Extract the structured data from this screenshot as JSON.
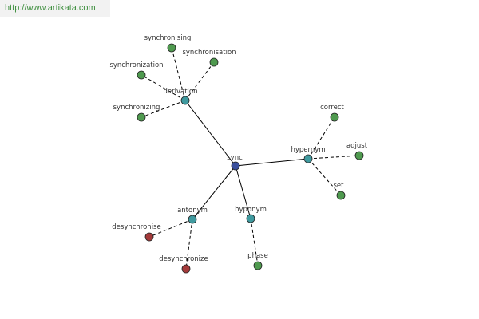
{
  "watermark": {
    "text": "http://www.artikata.com"
  },
  "colors": {
    "root": "#3a4f9c",
    "relation": "#3f9a9f",
    "related_word": "#4f9a4f",
    "antonym_word": "#a43a3a",
    "edge": "#000000"
  },
  "graph": {
    "root": {
      "label": "sync",
      "type": "root"
    },
    "relations": [
      {
        "label": "derivation",
        "words": [
          {
            "label": "synchronising",
            "type": "related_word"
          },
          {
            "label": "synchronisation",
            "type": "related_word"
          },
          {
            "label": "synchronization",
            "type": "related_word"
          },
          {
            "label": "synchronizing",
            "type": "related_word"
          }
        ]
      },
      {
        "label": "hypernym",
        "words": [
          {
            "label": "correct",
            "type": "related_word"
          },
          {
            "label": "adjust",
            "type": "related_word"
          },
          {
            "label": "set",
            "type": "related_word"
          }
        ]
      },
      {
        "label": "antonym",
        "words": [
          {
            "label": "desynchronise",
            "type": "antonym_word"
          },
          {
            "label": "desynchronize",
            "type": "antonym_word"
          }
        ]
      },
      {
        "label": "hyponym",
        "words": [
          {
            "label": "phase",
            "type": "related_word"
          }
        ]
      }
    ]
  }
}
